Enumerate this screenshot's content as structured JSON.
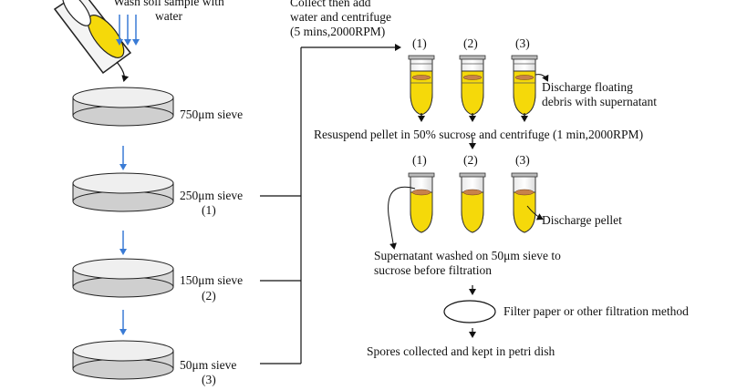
{
  "wash": {
    "line1": "Wash soil sample with",
    "line2": "water"
  },
  "sieves": [
    {
      "label": "750μm sieve",
      "number": ""
    },
    {
      "label": "250μm sieve",
      "number": "(1)"
    },
    {
      "label": "150μm sieve",
      "number": "(2)"
    },
    {
      "label": "50μm sieve",
      "number": "(3)"
    }
  ],
  "collect": {
    "line1": "Collect then add",
    "line2": "water and centrifuge",
    "line3": "(5 mins,2000RPM)"
  },
  "tube_numbers": [
    "(1)",
    "(2)",
    "(3)"
  ],
  "discharge_floating": {
    "line1": "Discharge floating",
    "line2": "debris with supernatant"
  },
  "resuspend": "Resuspend pellet in 50% sucrose and centrifuge (1 min,2000RPM)",
  "discharge_pellet": "Discharge pellet",
  "supernatant": {
    "line1": "Supernatant washed on 50μm sieve to",
    "line2": "sucrose before filtration"
  },
  "filter": "Filter paper or other filtration method",
  "spores": "Spores collected and kept in petri dish",
  "colors": {
    "liquid": "#f5d90a",
    "blue_arrow": "#3a7bd5",
    "sieve": "#d9d9d9",
    "pellet": "#c8824a"
  }
}
